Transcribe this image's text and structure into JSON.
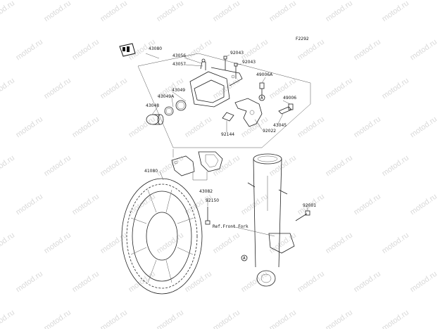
{
  "figure_code": "F2292",
  "watermark": "motod.ru",
  "parts": {
    "caliper_assy": "43080",
    "bleeder": "43056",
    "cap": "43057",
    "bolt_upper": "92043",
    "bolt_upper_2": "92043",
    "bracket_bolt": "49006A",
    "seal_dust": "43049",
    "seal_piston": "43049A",
    "piston": "43048",
    "bolt_caliper": "49006",
    "bracket": "43045",
    "collar": "92022",
    "spring": "92144",
    "pads": "43082",
    "disc": "41080",
    "disc_bolt": "92150",
    "fork_bolt": "92001"
  },
  "ref_label": "Ref.Front Fork",
  "marker_letter": "A"
}
